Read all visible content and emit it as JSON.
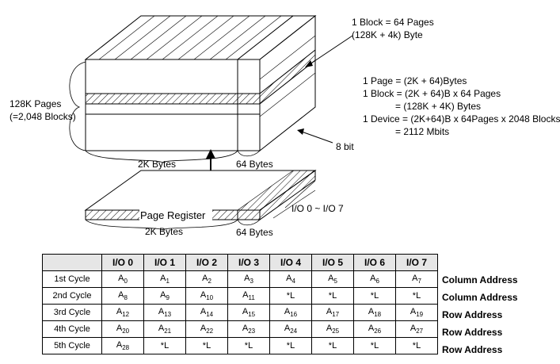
{
  "diagram": {
    "block_label": [
      "1 Block = 64 Pages",
      "(128K + 4k) Byte"
    ],
    "pages_label": [
      "128K Pages",
      "(=2,048 Blocks)"
    ],
    "equations": [
      "1 Page = (2K + 64)Bytes",
      "1 Block = (2K + 64)B x 64 Pages",
      "= (128K + 4K) Bytes",
      "1 Device = (2K+64)B x 64Pages x 2048 Blocks",
      "= 2112 Mbits"
    ],
    "bit_label": "8 bit",
    "bytes_2k": "2K Bytes",
    "bytes_64": "64 Bytes",
    "page_register": "Page Register",
    "io_label": "I/O 0 ~ I/O 7",
    "bytes_2k_lower": "2K Bytes",
    "bytes_64_lower": "64 Bytes"
  },
  "table": {
    "headers": [
      "I/O 0",
      "I/O 1",
      "I/O 2",
      "I/O 3",
      "I/O 4",
      "I/O 5",
      "I/O 6",
      "I/O 7"
    ],
    "rows": [
      {
        "cycle": "1st Cycle",
        "cells": [
          [
            "A",
            "0"
          ],
          [
            "A",
            "1"
          ],
          [
            "A",
            "2"
          ],
          [
            "A",
            "3"
          ],
          [
            "A",
            "4"
          ],
          [
            "A",
            "5"
          ],
          [
            "A",
            "6"
          ],
          [
            "A",
            "7"
          ]
        ],
        "type": "Column Address"
      },
      {
        "cycle": "2nd Cycle",
        "cells": [
          [
            "A",
            "8"
          ],
          [
            "A",
            "9"
          ],
          [
            "A",
            "10"
          ],
          [
            "A",
            "11"
          ],
          [
            "*L",
            ""
          ],
          [
            "*L",
            ""
          ],
          [
            "*L",
            ""
          ],
          [
            "*L",
            ""
          ]
        ],
        "type": "Column Address"
      },
      {
        "cycle": "3rd Cycle",
        "cells": [
          [
            "A",
            "12"
          ],
          [
            "A",
            "13"
          ],
          [
            "A",
            "14"
          ],
          [
            "A",
            "15"
          ],
          [
            "A",
            "16"
          ],
          [
            "A",
            "17"
          ],
          [
            "A",
            "18"
          ],
          [
            "A",
            "19"
          ]
        ],
        "type": "Row Address"
      },
      {
        "cycle": "4th Cycle",
        "cells": [
          [
            "A",
            "20"
          ],
          [
            "A",
            "21"
          ],
          [
            "A",
            "22"
          ],
          [
            "A",
            "23"
          ],
          [
            "A",
            "24"
          ],
          [
            "A",
            "25"
          ],
          [
            "A",
            "26"
          ],
          [
            "A",
            "27"
          ]
        ],
        "type": "Row Address"
      },
      {
        "cycle": "5th Cycle",
        "cells": [
          [
            "A",
            "28"
          ],
          [
            "*L",
            ""
          ],
          [
            "*L",
            ""
          ],
          [
            "*L",
            ""
          ],
          [
            "*L",
            ""
          ],
          [
            "*L",
            ""
          ],
          [
            "*L",
            ""
          ],
          [
            "*L",
            ""
          ]
        ],
        "type": "Row Address"
      }
    ]
  }
}
